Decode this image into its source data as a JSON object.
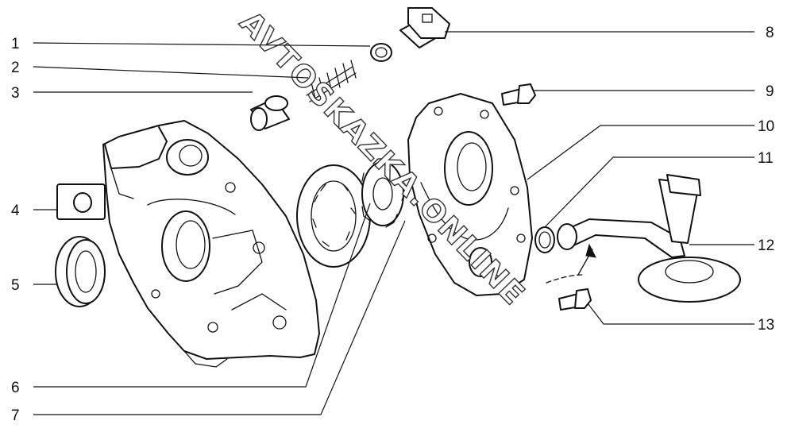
{
  "watermark": "AVTOSKAZKA.ONLINE",
  "callouts": [
    {
      "number": "1",
      "side": "left"
    },
    {
      "number": "2",
      "side": "left"
    },
    {
      "number": "3",
      "side": "left"
    },
    {
      "number": "4",
      "side": "left"
    },
    {
      "number": "5",
      "side": "left"
    },
    {
      "number": "6",
      "side": "left"
    },
    {
      "number": "7",
      "side": "left"
    },
    {
      "number": "8",
      "side": "right"
    },
    {
      "number": "9",
      "side": "right"
    },
    {
      "number": "10",
      "side": "right"
    },
    {
      "number": "11",
      "side": "right"
    },
    {
      "number": "12",
      "side": "right"
    },
    {
      "number": "13",
      "side": "right"
    }
  ]
}
